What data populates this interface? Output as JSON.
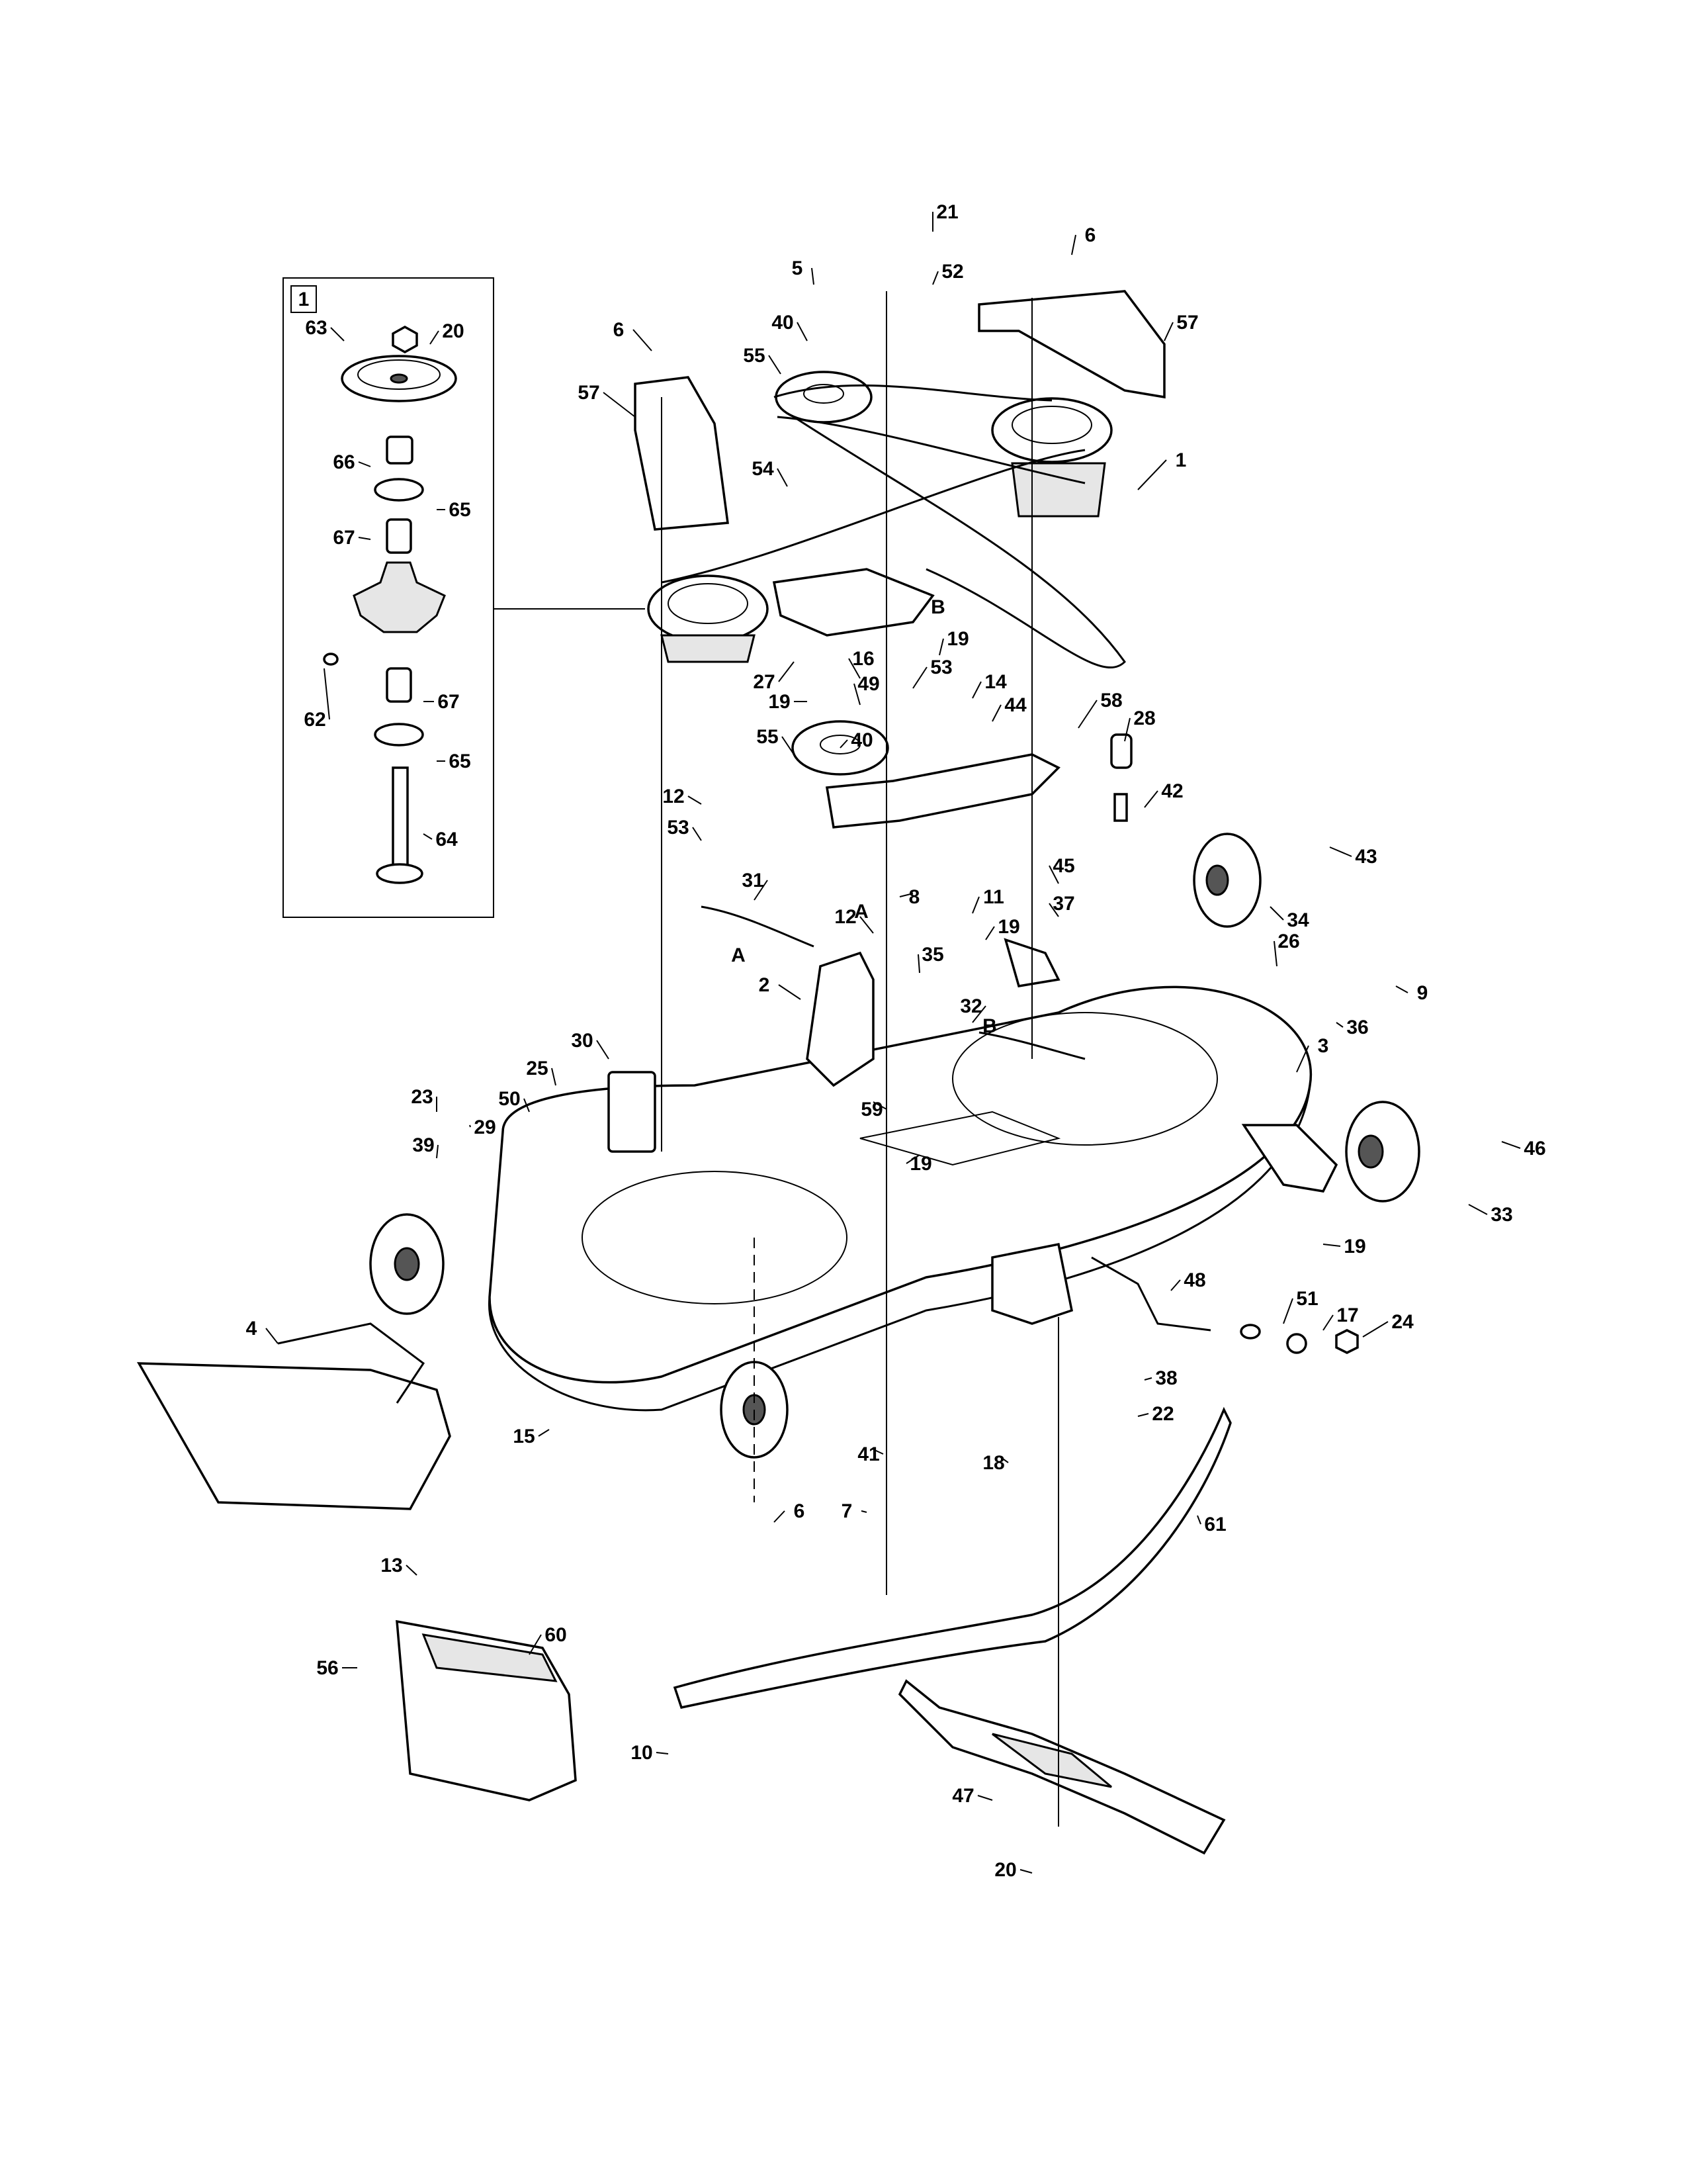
{
  "inset": {
    "label": "1"
  },
  "callouts": [
    "21",
    "52",
    "5",
    "6",
    "40",
    "57",
    "55",
    "1",
    "54",
    "57",
    "6",
    "27",
    "19",
    "16",
    "49",
    "53",
    "19",
    "14",
    "40",
    "44",
    "55",
    "58",
    "28",
    "42",
    "43",
    "12",
    "53",
    "31",
    "12",
    "8",
    "11",
    "19",
    "45",
    "37",
    "34",
    "26",
    "9",
    "36",
    "2",
    "35",
    "32",
    "3",
    "30",
    "25",
    "23",
    "29",
    "50",
    "39",
    "59",
    "19",
    "19",
    "46",
    "33",
    "4",
    "48",
    "51",
    "17",
    "24",
    "15",
    "38",
    "22",
    "41",
    "18",
    "7",
    "6",
    "61",
    "13",
    "60",
    "56",
    "10",
    "47",
    "20",
    "63",
    "20",
    "66",
    "65",
    "67",
    "62",
    "67",
    "65",
    "64",
    "A",
    "A",
    "B",
    "B"
  ]
}
